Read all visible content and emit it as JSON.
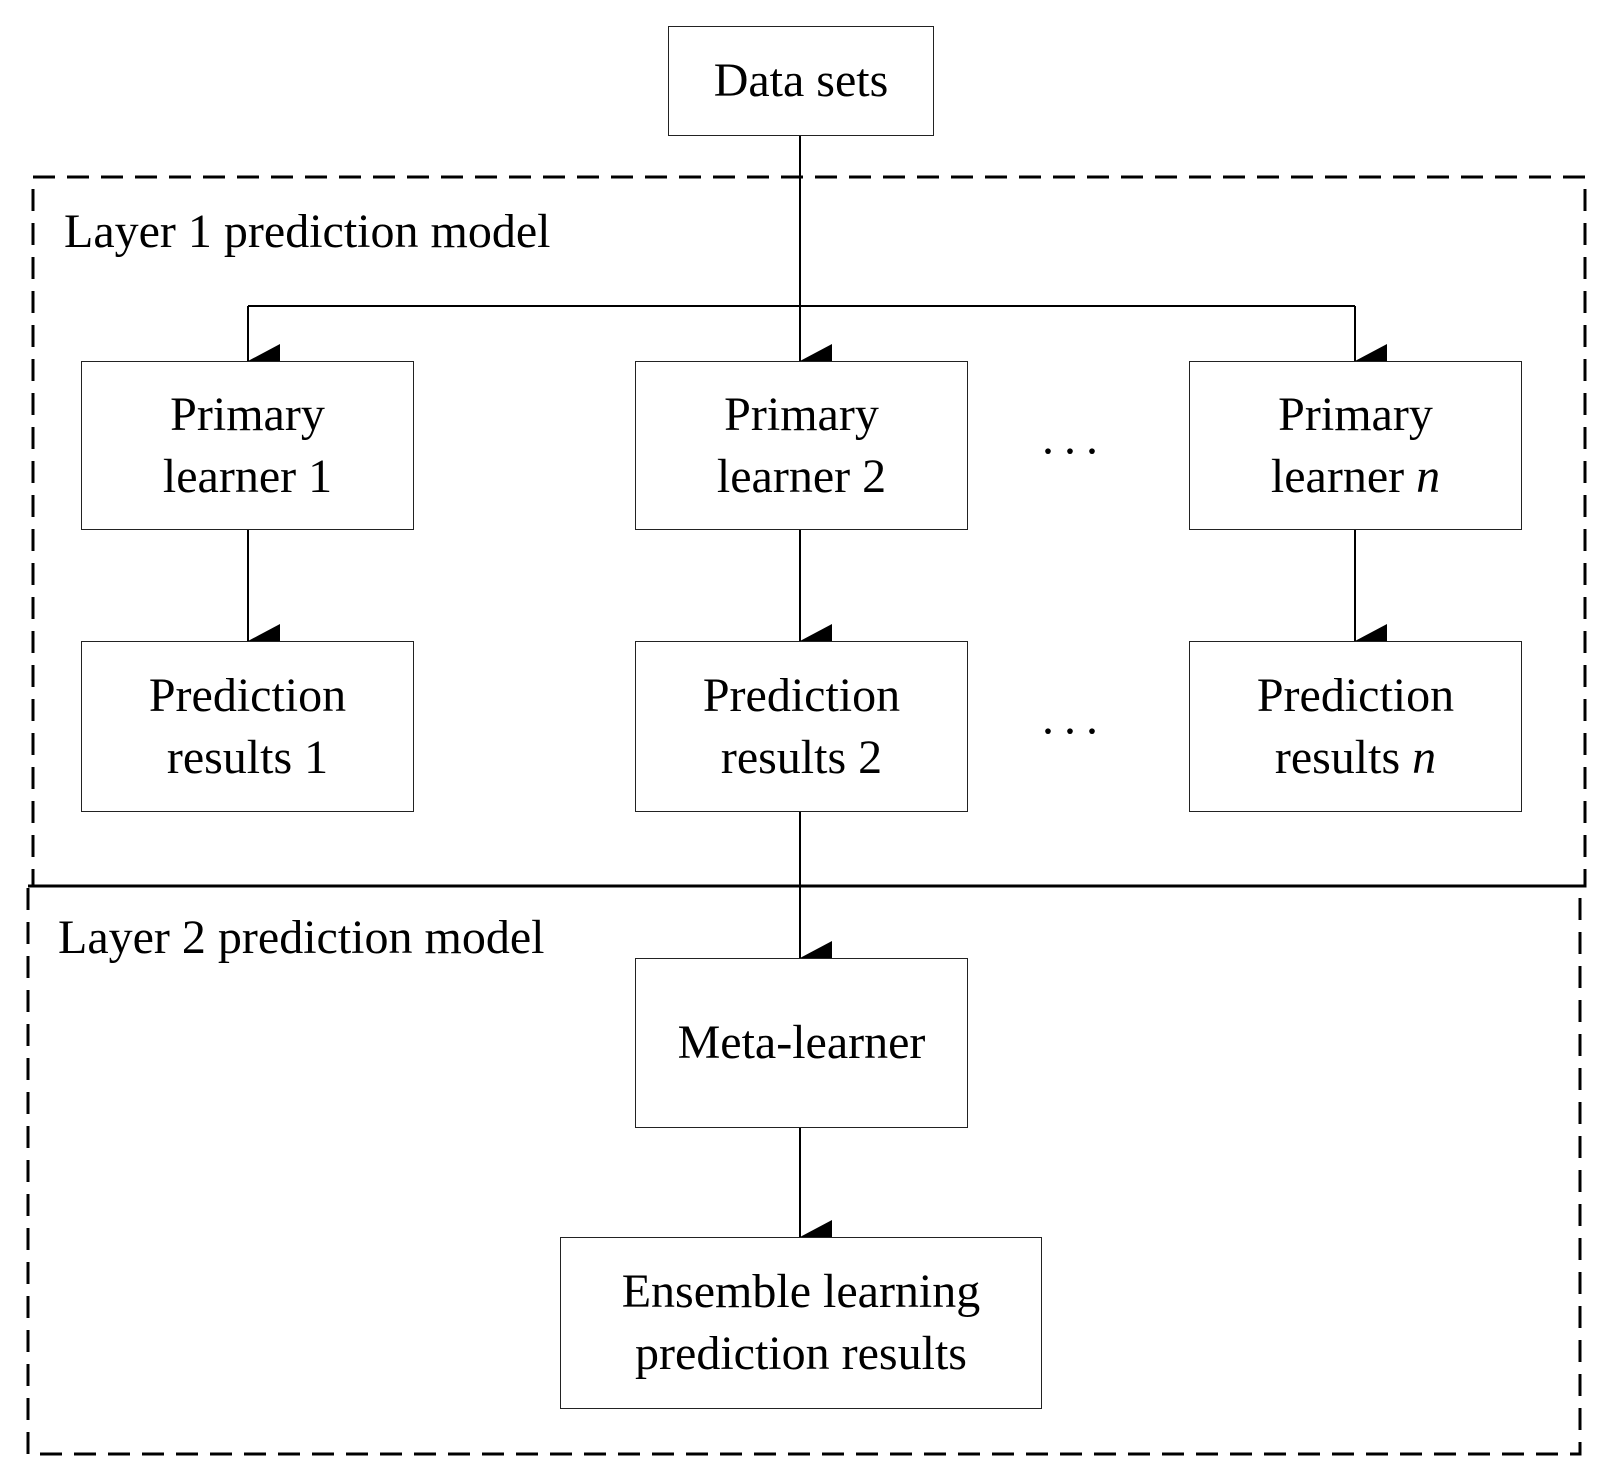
{
  "layers": {
    "layer1_label": "Layer 1 prediction model",
    "layer2_label": "Layer 2 prediction model"
  },
  "nodes": {
    "data_sets": "Data sets",
    "primary_1": [
      "Primary",
      "learner 1"
    ],
    "primary_2": [
      "Primary",
      "learner 2"
    ],
    "primary_n": [
      "Primary",
      "learner ",
      "n"
    ],
    "results_1": [
      "Prediction",
      "results 1"
    ],
    "results_2": [
      "Prediction",
      "results 2"
    ],
    "results_n": [
      "Prediction",
      "results ",
      "n"
    ],
    "meta_learner": "Meta-learner",
    "ensemble": [
      "Ensemble learning",
      "prediction results"
    ]
  },
  "ellipsis": "···"
}
